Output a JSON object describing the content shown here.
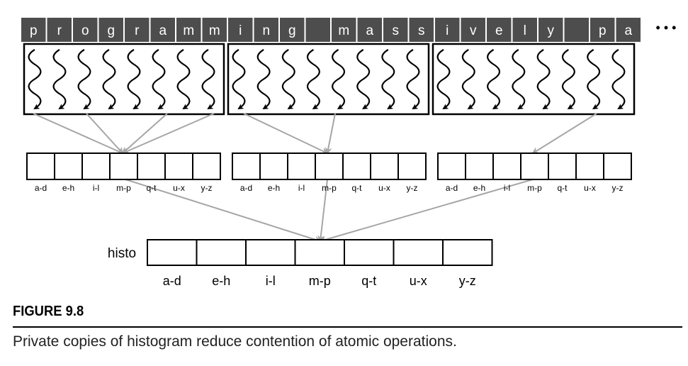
{
  "input_chars": [
    "p",
    "r",
    "o",
    "g",
    "r",
    "a",
    "m",
    "m",
    "i",
    "n",
    "g",
    "",
    "m",
    "a",
    "s",
    "s",
    "i",
    "v",
    "e",
    "l",
    "y",
    "",
    "p",
    "a"
  ],
  "ellipsis": "• • •",
  "private_bin_labels": [
    "a-d",
    "e-h",
    "i-l",
    "m-p",
    "q-t",
    "u-x",
    "y-z"
  ],
  "private_bins": [
    {
      "bin_labels": [
        "a-d",
        "e-h",
        "i-l",
        "m-p",
        "q-t",
        "u-x",
        "y-z"
      ]
    },
    {
      "bin_labels": [
        "a-d",
        "e-h",
        "i-l",
        "m-p",
        "q-t",
        "u-x",
        "y-z"
      ]
    },
    {
      "bin_labels": [
        "a-d",
        "e-h",
        "i-l",
        "m-p",
        "q-t",
        "u-x",
        "y-z"
      ]
    }
  ],
  "histo_label": "histo",
  "histo_bin_labels": [
    "a-d",
    "e-h",
    "i-l",
    "m-p",
    "q-t",
    "u-x",
    "y-z"
  ],
  "figure_label": "FIGURE 9.8",
  "caption": "Private copies of histogram reduce contention of atomic operations.",
  "colors": {
    "char_cell_bg": "#4d4d4d",
    "char_text": "#ffffff",
    "arrow": "#a6a6a6",
    "outline": "#000000"
  }
}
